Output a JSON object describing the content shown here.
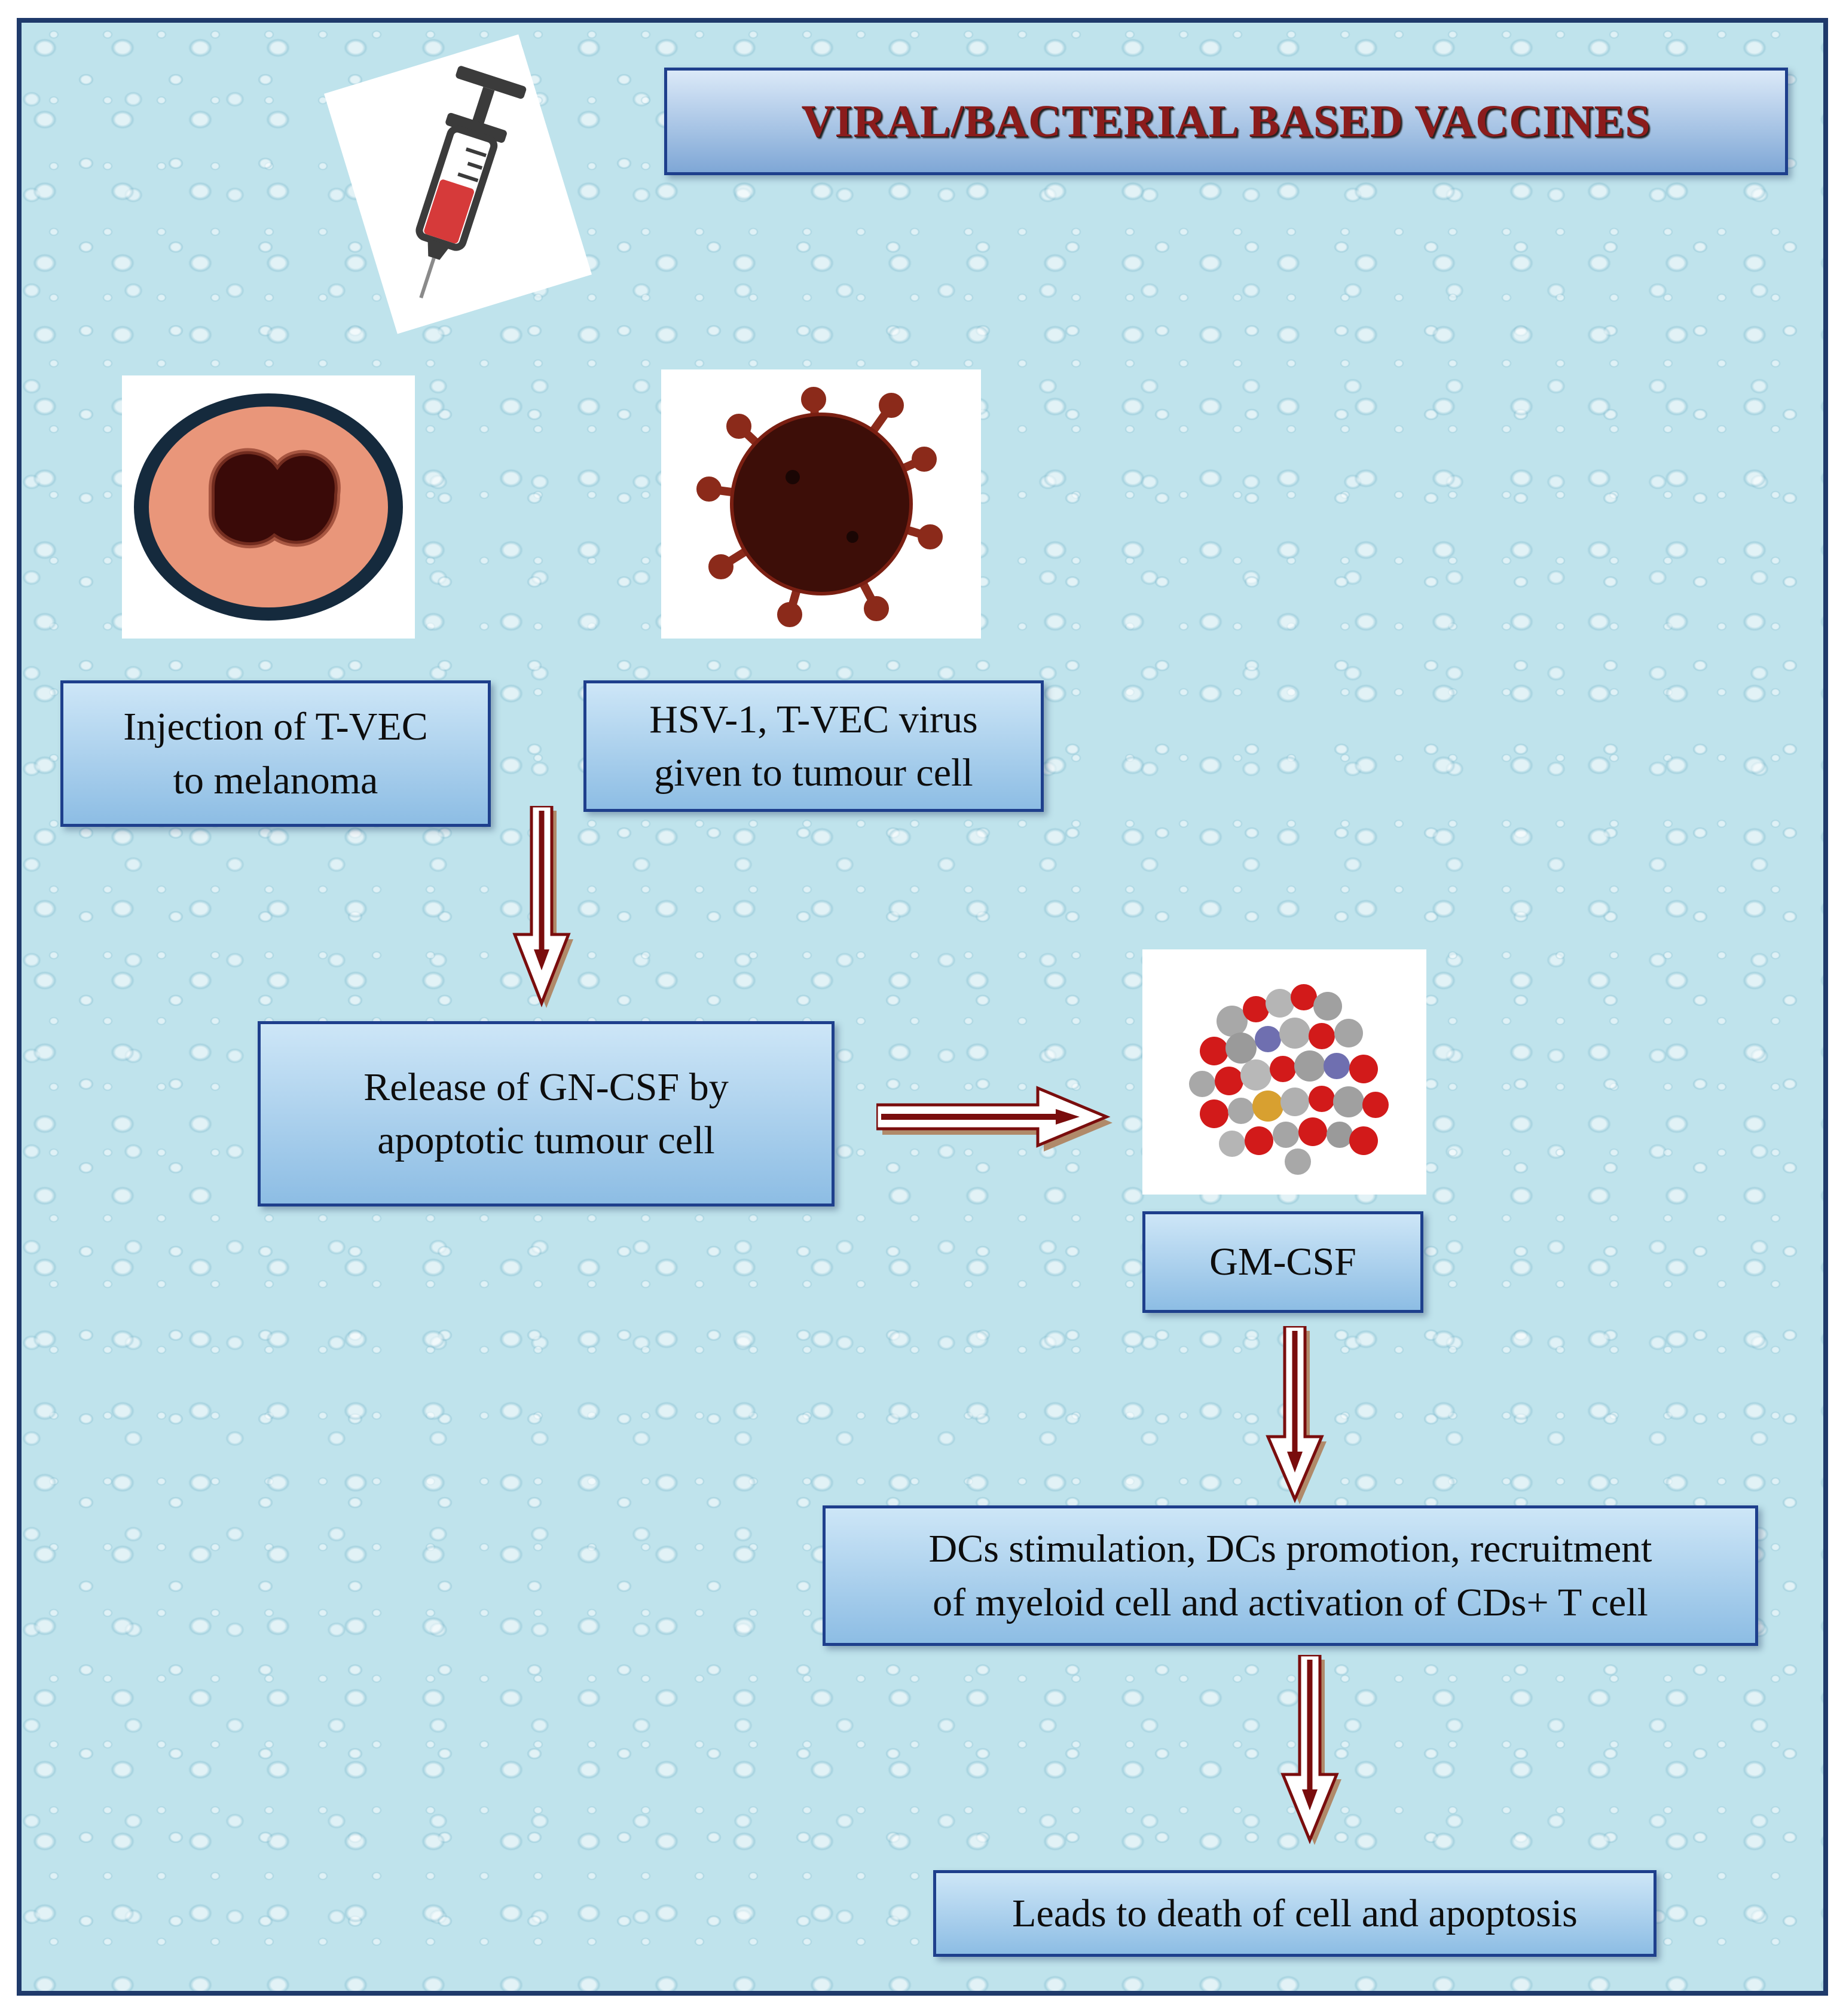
{
  "title": "VIRAL/BACTERIAL BASED VACCINES",
  "steps": {
    "injection": [
      "Injection of T-VEC",
      "to melanoma"
    ],
    "hsv": [
      "HSV-1, T-VEC virus",
      "given to tumour cell"
    ],
    "release": [
      "Release of GN-CSF by",
      "apoptotic tumour cell"
    ],
    "gmcsf": "GM-CSF",
    "dcs": [
      "DCs stimulation, DCs promotion, recruitment",
      "of myeloid cell and activation of CDs+ T cell"
    ],
    "death": "Leads to death of cell and apoptosis"
  },
  "icons": {
    "syringe": "syringe-icon",
    "melanoma": "melanoma-cell-icon",
    "virus": "virus-icon",
    "protein": "gm-csf-protein-icon",
    "arrow": "double-arrow-icon"
  },
  "colors": {
    "frame_border": "#1f3a6b",
    "box_border": "#1e3f8c",
    "title_text": "#8b1c1c",
    "arrow_red": "#7a0d0d",
    "arrow_shadow": "#b08a6a",
    "blood": "#d63a3a"
  }
}
